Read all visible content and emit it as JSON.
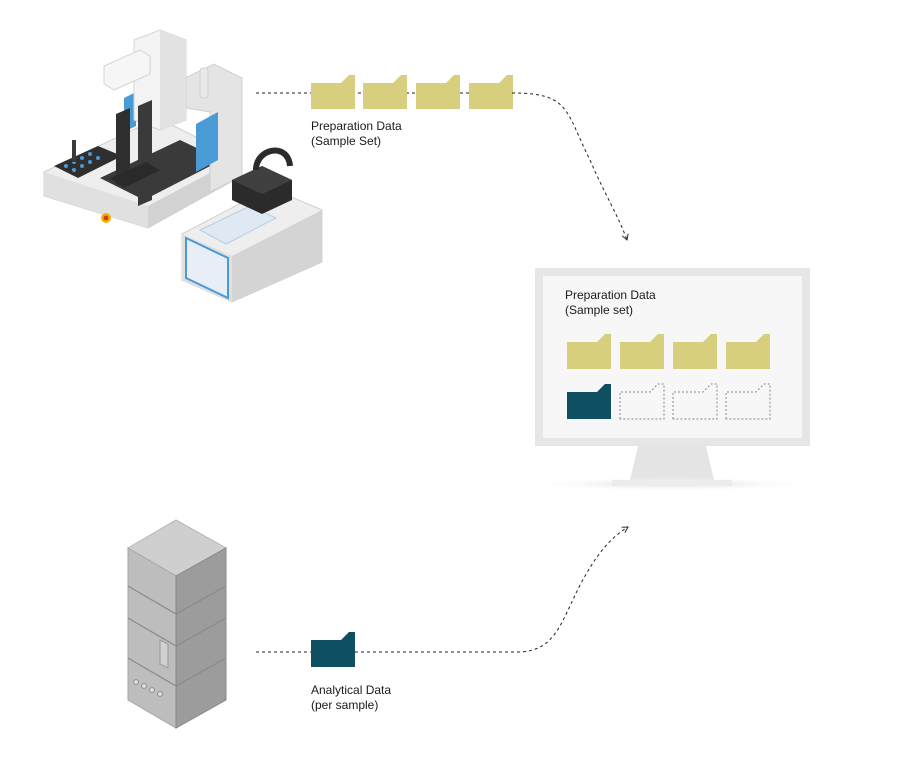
{
  "prep_label": {
    "line1": "Preparation Data",
    "line2": "(Sample Set)"
  },
  "monitor_label": {
    "line1": "Preparation Data",
    "line2": "(Sample set)"
  },
  "analytical_label": {
    "line1": "Analytical Data",
    "line2": "(per sample)"
  },
  "colors": {
    "folder_filled": "#d8cf7e",
    "folder_analytical": "#0e4f61",
    "accent_blue": "#4a9ad6",
    "monitor_frame": "#e6e6e6",
    "monitor_screen": "#f7f7f7"
  },
  "icons": [
    "sample-prep-instrument-icon",
    "lc-stack-icon",
    "monitor-icon",
    "folder-icon",
    "dashed-arrow-icon"
  ]
}
